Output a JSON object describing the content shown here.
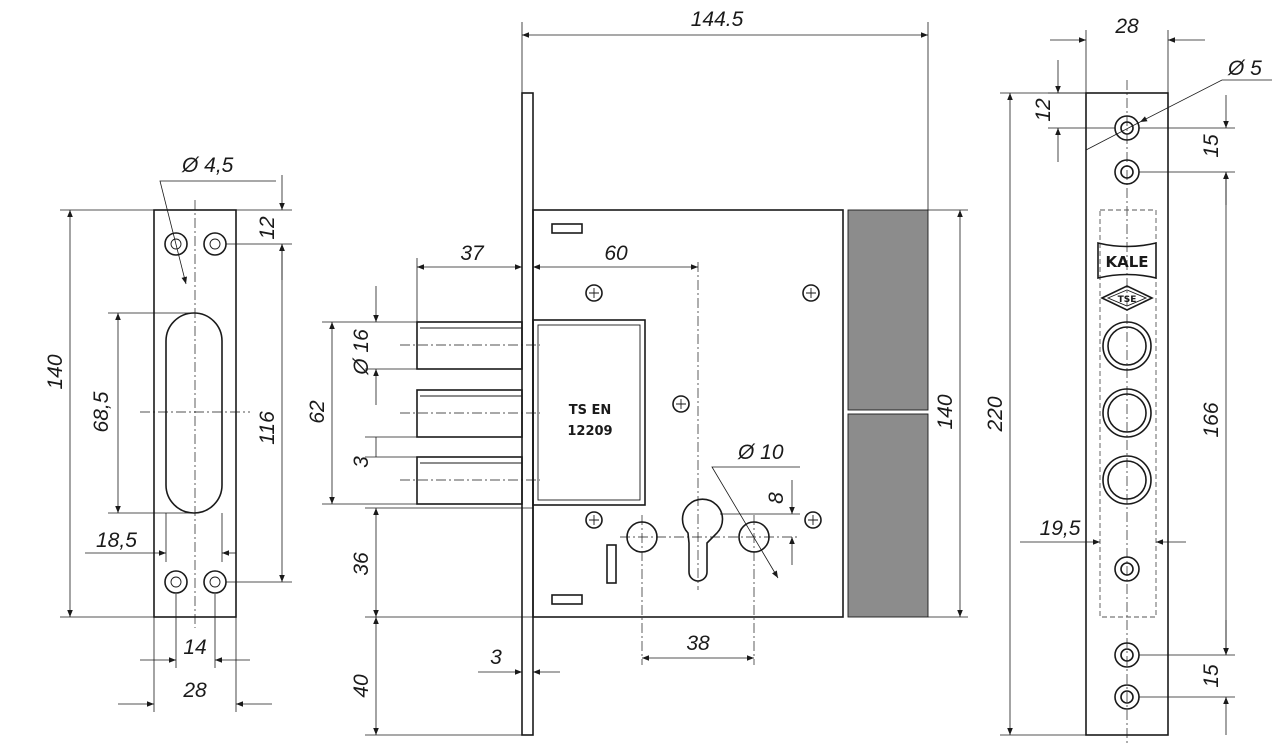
{
  "strike_plate": {
    "hole_diameter": "Ø 4,5",
    "top_offset": "12",
    "height": "140",
    "hole_spacing": "116",
    "slot_height": "68,5",
    "slot_offset": "18,5",
    "inner_width": "14",
    "width": "28"
  },
  "lock_body": {
    "total_width": "144.5",
    "backset_bolt": "37",
    "backset_center": "60",
    "bolt_diameter": "Ø 16",
    "bolt_span": "62",
    "bolt_gap": "3",
    "below_bolt": "36",
    "bottom_extension": "40",
    "faceplate_thickness": "3",
    "cylinder_hole": "Ø 10",
    "cylinder_offset": "8",
    "center_distance": "38",
    "body_height": "140",
    "standard_line1": "TS EN",
    "standard_line2": "12209"
  },
  "faceplate": {
    "width": "28",
    "hole_diameter": "Ø 5",
    "top_offset": "12",
    "top_spacing": "15",
    "height": "220",
    "inner_span": "166",
    "side_offset": "19,5",
    "bottom_spacing": "15",
    "brand": "KALE",
    "badge": "TSE"
  }
}
